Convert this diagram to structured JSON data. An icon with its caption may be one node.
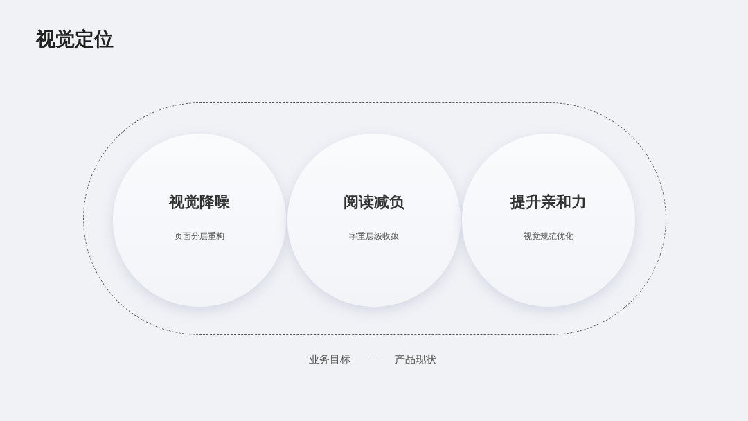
{
  "diagram": {
    "title": "视觉定位",
    "nodes": [
      {
        "text": [],
        "shape": "box"
      },
      {
        "text": [
          "视觉降噪",
          "页面分层重构"
        ],
        "in": 0
      },
      {
        "text": [
          "阅读减负",
          "字重层级收敛"
        ],
        "in": 0
      },
      {
        "text": [
          "提升亲和力",
          "视觉规范优化"
        ],
        "in": 0
      }
    ],
    "edges": [],
    "labels": [
      "业务目标",
      "产品现状"
    ]
  }
}
